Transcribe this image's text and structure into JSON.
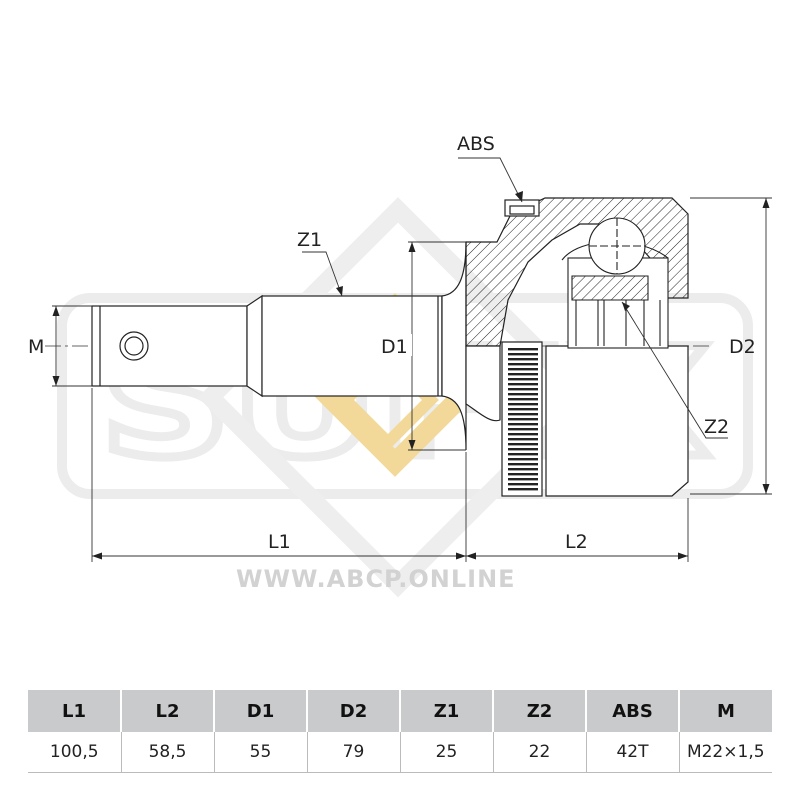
{
  "watermark": {
    "url": "WWW.ABCP.ONLINE",
    "brand": "SUFIX"
  },
  "labels": {
    "abs": "ABS",
    "z1": "Z1",
    "z2": "Z2",
    "m": "M",
    "d1": "D1",
    "d2": "D2",
    "l1": "L1",
    "l2": "L2"
  },
  "colors": {
    "line": "#222222",
    "header_bg": "#c9cacb",
    "watermark_gold": "#f2d999",
    "watermark_gray": "#ececec"
  },
  "table": {
    "headers": [
      "L1",
      "L2",
      "D1",
      "D2",
      "Z1",
      "Z2",
      "ABS",
      "M"
    ],
    "values": [
      "100,5",
      "58,5",
      "55",
      "79",
      "25",
      "22",
      "42T",
      "M22×1,5"
    ]
  }
}
